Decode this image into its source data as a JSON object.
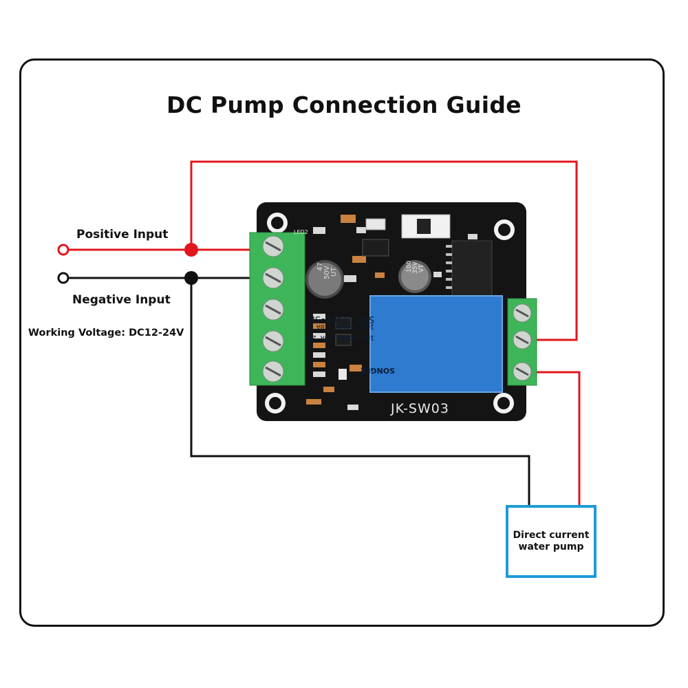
{
  "title": "DC Pump Connection Guide",
  "labels": {
    "positive": "Positive Input",
    "negative": "Negative Input",
    "voltage": "Working Voltage: DC12-24V"
  },
  "board": {
    "model": "JK-SW03",
    "relay_brand": "SONGLE",
    "relay_model": "SRD-12VDC-SL-C",
    "relay_rating_1": "10A 250VAC  10A 125VAC",
    "relay_rating_2": "10A 30VDC  10A 28VDC",
    "cap_large": [
      "47",
      "50V",
      "UT"
    ],
    "cap_small": [
      "100",
      "35V",
      "VT"
    ],
    "led_label": "LED2"
  },
  "pump": {
    "line1": "Direct current",
    "line2": "water pump"
  },
  "colors": {
    "positive_wire": "#e0161c",
    "negative_wire": "#111111",
    "pump_border": "#1e9bd7",
    "board": "#141414",
    "terminal": "#3fb55a",
    "relay": "#2f7bd0"
  },
  "icons": [
    "positive-terminal-icon",
    "negative-terminal-icon",
    "junction-dot-icon",
    "screw-icon",
    "mounting-hole-icon"
  ]
}
